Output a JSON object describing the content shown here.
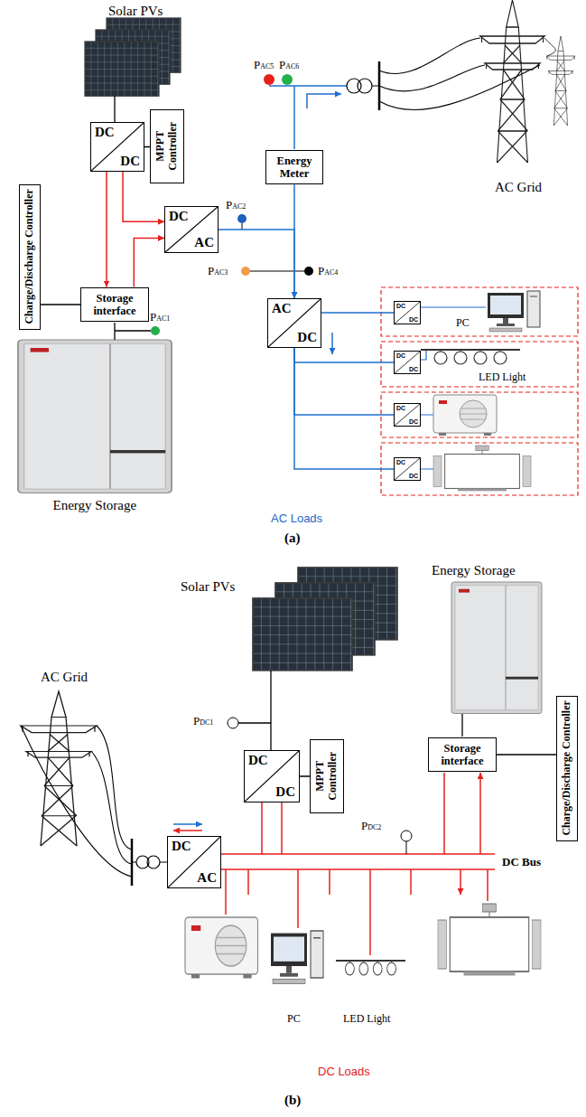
{
  "diagram": {
    "nodes": [
      {
        "text": [
          "DC",
          "DC"
        ]
      },
      {
        "text": [
          "MPPT Controller"
        ]
      },
      {
        "text": [
          "DC",
          "AC"
        ]
      },
      {
        "text": [
          "Charge/Discharge Controller"
        ]
      },
      {
        "text": [
          "Storage interface"
        ]
      },
      {
        "text": [
          "Energy Meter"
        ]
      },
      {
        "text": [
          "AC",
          "DC"
        ]
      },
      {
        "text": [
          "DC",
          "DC"
        ]
      },
      {
        "text": [
          "DC",
          "DC"
        ]
      },
      {
        "text": [
          "DC",
          "DC"
        ]
      },
      {
        "text": [
          "DC",
          "DC"
        ]
      },
      {
        "text": [
          "DC",
          "DC"
        ]
      },
      {
        "text": [
          "MPPT Controller"
        ]
      },
      {
        "text": [
          "Storage interface"
        ]
      },
      {
        "text": [
          "Charge/Discharge Controller"
        ]
      },
      {
        "text": [
          "DC",
          "AC"
        ]
      }
    ],
    "edges": [
      {
        "from": 1,
        "to": 0,
        "arrow": "none"
      },
      {
        "from": 0,
        "to": 4,
        "arrow": "to"
      },
      {
        "from": 0,
        "to": 2,
        "arrow": "to"
      },
      {
        "from": 4,
        "to": 2,
        "arrow": "to"
      },
      {
        "from": 3,
        "to": 4,
        "arrow": "none"
      },
      {
        "from": 2,
        "to": 6,
        "arrow": "to"
      },
      {
        "from": 5,
        "to": 6,
        "arrow": "to"
      },
      {
        "from": 6,
        "to": 7,
        "arrow": "none"
      },
      {
        "from": 6,
        "to": 8,
        "arrow": "none"
      },
      {
        "from": 6,
        "to": 9,
        "arrow": "none"
      },
      {
        "from": 6,
        "to": 10,
        "arrow": "none"
      },
      {
        "from": 12,
        "to": 11,
        "arrow": "none"
      },
      {
        "from": 14,
        "to": 13,
        "arrow": "none"
      }
    ],
    "labels": [
      "Solar PVs",
      "PAC5",
      "PAC6",
      "AC Grid",
      "PAC2",
      "PAC3",
      "PAC4",
      "PAC1",
      "Energy Storage",
      "PC",
      "LED Light",
      "AC Loads",
      "(a)",
      "Solar PVs",
      "Energy Storage",
      "AC Grid",
      "PDC1",
      "PDC2",
      "DC Bus",
      "PC",
      "LED Light",
      "DC Loads",
      "(b)"
    ]
  }
}
